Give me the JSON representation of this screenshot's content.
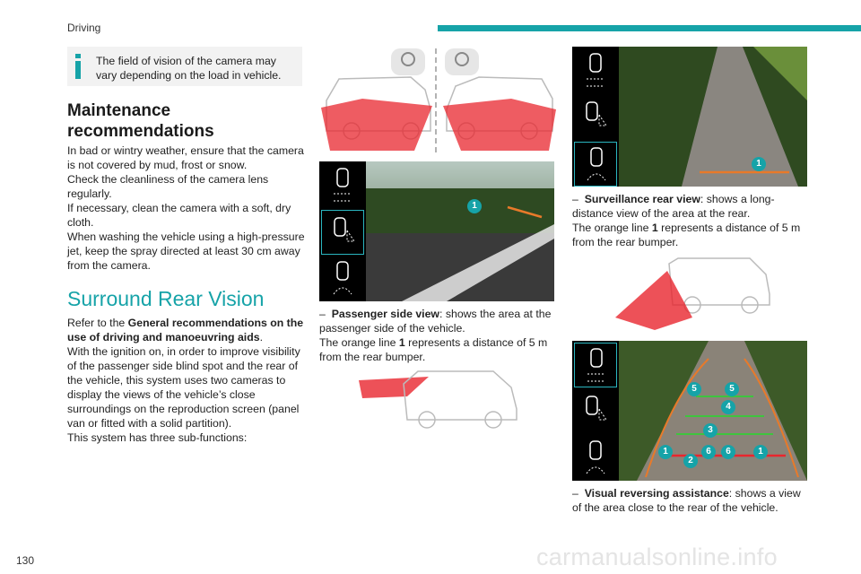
{
  "header": {
    "section": "Driving"
  },
  "page_number": "130",
  "watermark": "carmanualsonline.info",
  "colors": {
    "accent": "#16a3a8",
    "note_bg": "#f2f2f2",
    "zone_red": "#e8262e",
    "guide_orange": "#e87a2a",
    "guide_green": "#3ec43e"
  },
  "note": {
    "icon": "info-icon",
    "text": "The field of vision of the camera may vary depending on the load in vehicle."
  },
  "maintenance": {
    "title": "Maintenance recommendations",
    "p1": "In bad or wintry weather, ensure that the camera is not covered by mud, frost or snow.",
    "p2": "Check the cleanliness of the camera lens regularly.",
    "p3": "If necessary, clean the camera with a soft, dry cloth.",
    "p4": "When washing the vehicle using a high-pressure jet, keep the spray directed at least 30 cm away from the camera."
  },
  "surround": {
    "title": "Surround Rear Vision",
    "p1_pre": "Refer to the ",
    "p1_bold": "General recommendations on the use of driving and manoeuvring aids",
    "p1_post": ".",
    "p2": "With the ignition on, in order to improve visibility of the passenger side blind spot and the rear of the vehicle, this system uses two cameras to display the views of the vehicle’s close surroundings on the reproduction screen (panel van or fitted with a solid partition).",
    "p3": "This system has three sub-functions:"
  },
  "passenger_view": {
    "dash": "–",
    "term": "Passenger side view",
    "desc": ": shows the area at the passenger side of the vehicle.",
    "line_pre": "The orange line ",
    "line_num": "1",
    "line_post": " represents a distance of 5 m from the rear bumper.",
    "badge": "1"
  },
  "surveillance_view": {
    "dash": "–",
    "term": "Surveillance rear view",
    "desc": ": shows a long-distance view of the area at the rear.",
    "line_pre": "The orange line ",
    "line_num": "1",
    "line_post": " represents a distance of 5 m from the rear bumper.",
    "badge": "1"
  },
  "reversing_view": {
    "dash": "–",
    "term": "Visual reversing assistance",
    "desc": ": shows a view of the area close to the rear of the vehicle.",
    "badges": [
      "5",
      "5",
      "4",
      "3",
      "1",
      "6",
      "6",
      "1",
      "2"
    ]
  }
}
